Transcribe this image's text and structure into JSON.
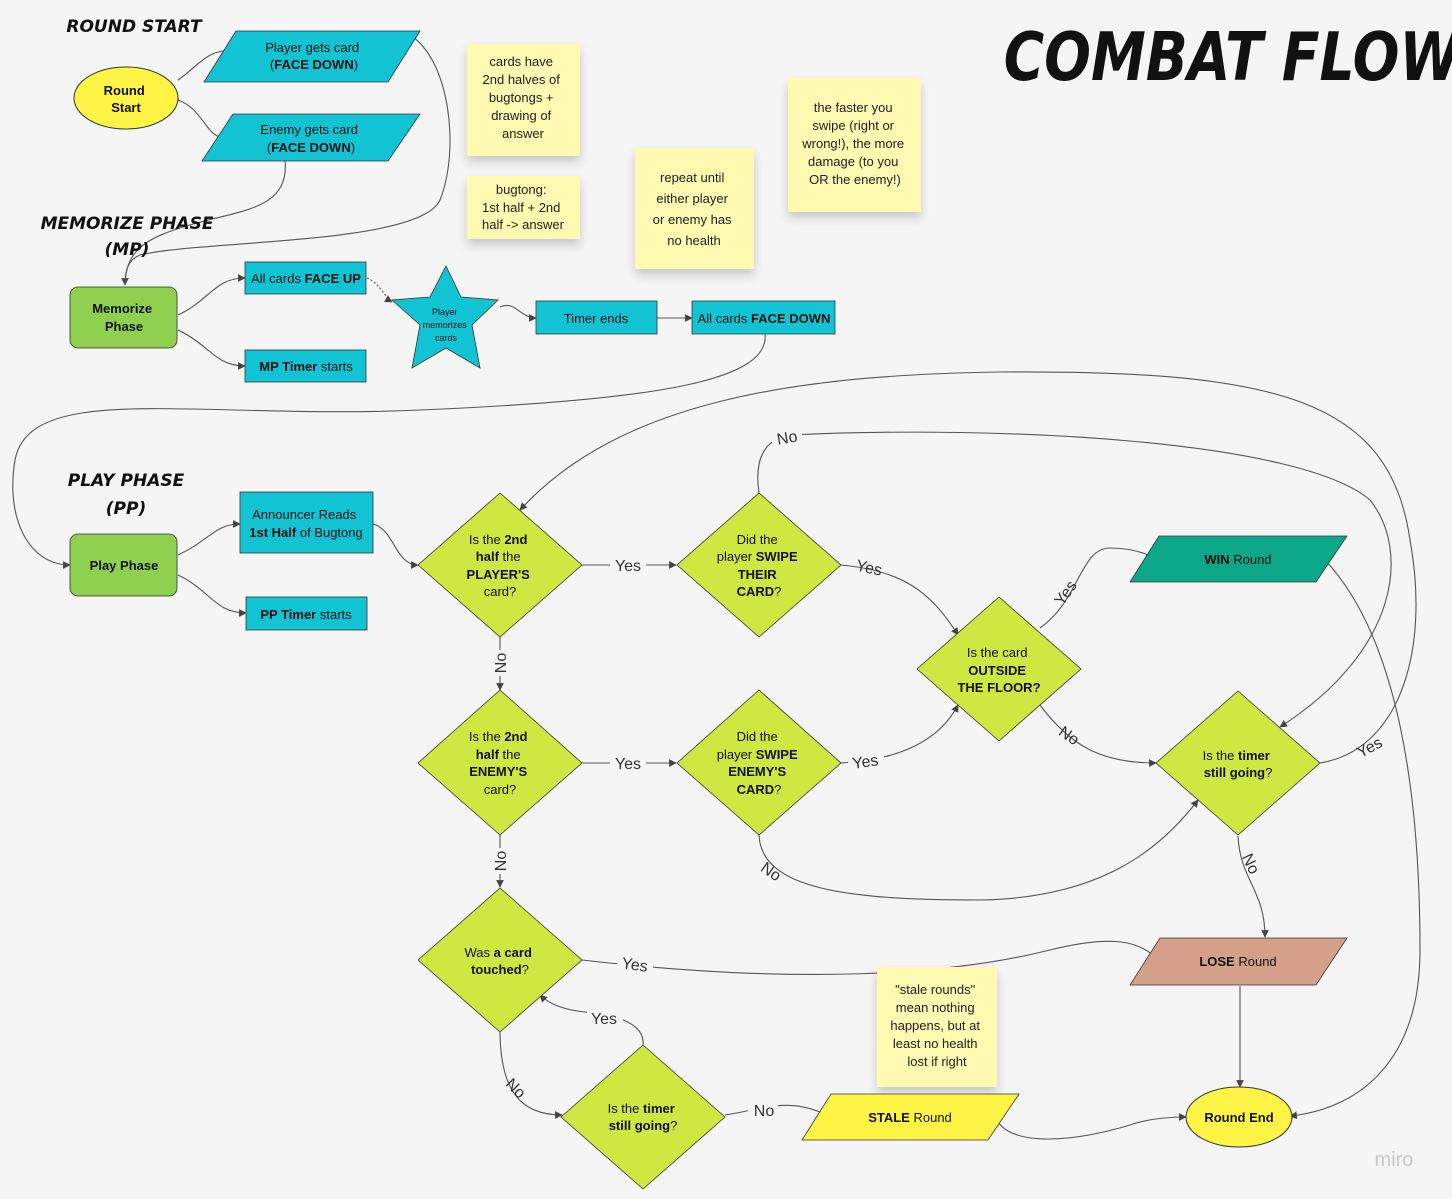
{
  "title": "COMBAT FLOW",
  "sections": {
    "round_start": "ROUND START",
    "memorize_line1": "MEMORIZE PHASE",
    "memorize_line2": "(MP)",
    "play_line1": "PLAY PHASE",
    "play_line2": "(PP)"
  },
  "nodes": {
    "round_start": [
      "Round",
      "Start"
    ],
    "player_card": {
      "l1": "Player gets card",
      "l2_pre": "(",
      "l2_bold": "FACE DOWN",
      "l2_post": ")"
    },
    "enemy_card": {
      "l1": "Enemy gets card",
      "l2_pre": "(",
      "l2_bold": "FACE DOWN",
      "l2_post": ")"
    },
    "memorize_phase": [
      "Memorize",
      "Phase"
    ],
    "all_face_up": {
      "pre": "All cards ",
      "bold": "FACE UP"
    },
    "mp_timer": {
      "bold": "MP Timer",
      "post": " starts"
    },
    "player_memorizes": [
      "Player",
      "memorizes",
      "cards"
    ],
    "timer_ends": "Timer ends",
    "all_face_down": {
      "pre": "All cards ",
      "bold": "FACE DOWN"
    },
    "play_phase": "Play Phase",
    "announcer": {
      "l1": "Announcer Reads",
      "l2_bold": "1st Half",
      "l2_post": " of Bugtong"
    },
    "pp_timer": {
      "bold": "PP Timer",
      "post": " starts"
    },
    "d_player_half": {
      "l1_pre": "Is the ",
      "l1_bold": "2nd",
      "l2_bold": "half",
      "l2_post": " the",
      "l3_bold": "PLAYER'S",
      "l4": "card?"
    },
    "d_enemy_half": {
      "l1_pre": "Is the ",
      "l1_bold": "2nd",
      "l2_bold": "half",
      "l2_post": " the",
      "l3_bold": "ENEMY'S",
      "l4": "card?"
    },
    "d_card_touched": {
      "l1_pre": "Was ",
      "l1_bold": "a card",
      "l2_bold": "touched",
      "l2_post": "?"
    },
    "d_timer_low": {
      "l1_pre": "Is the ",
      "l1_bold": "timer",
      "l2_bold": "still going",
      "l2_post": "?"
    },
    "d_swipe_their": {
      "l1": "Did the",
      "l2_pre": "player ",
      "l2_bold": "SWIPE",
      "l3_bold": "THEIR",
      "l4_bold": "CARD",
      "l4_post": "?"
    },
    "d_swipe_enemy": {
      "l1": "Did the",
      "l2_pre": "player ",
      "l2_bold": "SWIPE",
      "l3_bold": "ENEMY'S",
      "l4_bold": "CARD",
      "l4_post": "?"
    },
    "d_outside": {
      "l1": "Is the card",
      "l2_bold": "OUTSIDE",
      "l3_bold": "THE FLOOR?"
    },
    "d_timer_right": {
      "l1_pre": "Is the ",
      "l1_bold": "timer",
      "l2_bold": "still going",
      "l2_post": "?"
    },
    "win_round": {
      "bold": "WIN",
      "post": " Round"
    },
    "lose_round": {
      "bold": "LOSE",
      "post": " Round"
    },
    "stale_round": {
      "bold": "STALE",
      "post": " Round"
    },
    "round_end": "Round End"
  },
  "edge_labels": {
    "yes": "Yes",
    "no": "No"
  },
  "stickies": {
    "halves": [
      "cards have",
      "2nd halves of",
      "bugtongs +",
      "drawing of",
      "answer"
    ],
    "bugtong": [
      "bugtong:",
      "1st half + 2nd",
      "half -> answer"
    ],
    "repeat": [
      "repeat until",
      "either player",
      "or enemy has",
      "no health"
    ],
    "faster": [
      "the faster you",
      "swipe (right or",
      "wrong!), the more",
      "damage (to you",
      "OR the enemy!)"
    ],
    "stale": [
      "\"stale rounds\"",
      "mean nothing",
      "happens, but at",
      "least no health",
      "lost if right"
    ]
  },
  "watermark": "miro",
  "colors": {
    "background": "#f5f5f5",
    "cyan": "#12c4d3",
    "green_phase": "#8fd14f",
    "diamond": "#cee741",
    "yellow": "#fef445",
    "teal_win": "#0ca789",
    "lose": "#d5a08a",
    "sticky": "#fff9b1"
  }
}
